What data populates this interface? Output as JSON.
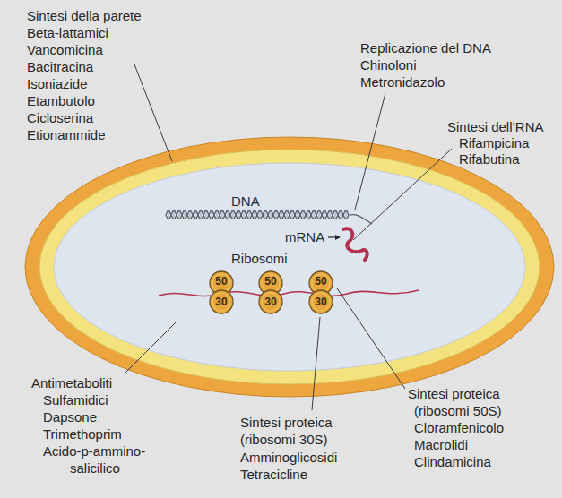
{
  "diagram": {
    "nodes": [
      {
        "text": [
          "DNA",
          "mRNA",
          "Ribosomi"
        ]
      },
      {
        "text": [
          "50"
        ],
        "in": 0
      },
      {
        "text": [
          "30"
        ],
        "in": 0
      },
      {
        "text": [
          "50"
        ],
        "in": 0
      },
      {
        "text": [
          "30"
        ],
        "in": 0
      },
      {
        "text": [
          "50"
        ],
        "in": 0
      },
      {
        "text": [
          "30"
        ],
        "in": 0
      }
    ],
    "labels": [
      "Sintesi della parete",
      "Beta-lattamici",
      "Vancomicina",
      "Bacitracina",
      "Isoniazide",
      "Etambutolo",
      "Cicloserina",
      "Etionammide",
      "Replicazione del DNA",
      "Chinoloni",
      "Metronidazolo",
      "Sintesi dell’RNA",
      "Rifampicina",
      "Rifabutina",
      "Antimetaboliti",
      "Sulfamidici",
      "Dapsone",
      "Trimethoprim",
      "Acido-p-ammino- salicilico",
      "Sintesi proteica (ribosomi 50S)",
      "Cloramfenicolo",
      "Macrolidi",
      "Clindamicina",
      "Sintesi proteica (ribosomi 30S)",
      "Amminoglicosidi",
      "Tetracicline"
    ]
  }
}
